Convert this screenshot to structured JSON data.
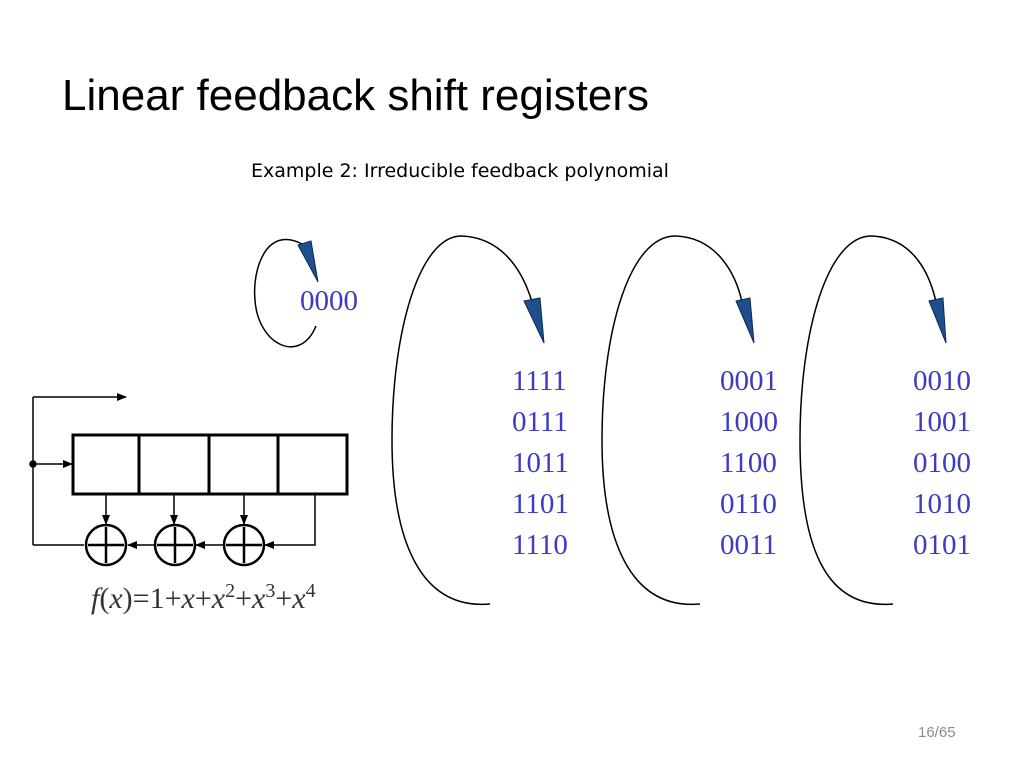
{
  "slide": {
    "title": "Linear feedback shift registers",
    "subtitle": "Example 2: Irreducible feedback polynomial",
    "page_number": "16/65"
  },
  "diagram": {
    "zero_state": "0000",
    "cycles": [
      [
        "1111",
        "0111",
        "1011",
        "1101",
        "1110"
      ],
      [
        "0001",
        "1000",
        "1100",
        "0110",
        "0011"
      ],
      [
        "0010",
        "1001",
        "0100",
        "1010",
        "0101"
      ]
    ],
    "polynomial": {
      "f": "f",
      "open_paren": "(",
      "x": "x",
      "close_paren_eq_one": ")=1+",
      "x1": "x",
      "plus1": "+",
      "x2": "x",
      "exp2": "2",
      "plus2": "+",
      "x3": "x",
      "exp3": "3",
      "plus3": "+",
      "x4": "x",
      "exp4": "4"
    },
    "colors": {
      "state_text": "#3b3bc4",
      "arrowhead": "#1f4e8c",
      "line": "#000000",
      "polynomial_text": "#333333"
    }
  }
}
